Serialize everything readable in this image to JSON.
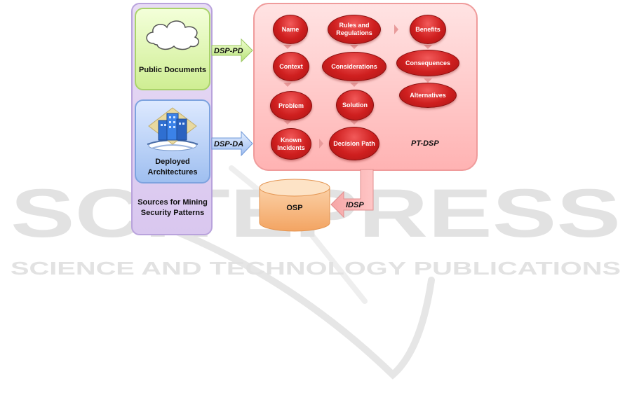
{
  "left_panel": {
    "public_docs_label": "Public Documents",
    "deployed_label": "Deployed Architectures",
    "sources_label": "Sources for Mining Security Patterns"
  },
  "arrows": {
    "dsp_pd": "DSP-PD",
    "dsp_da": "DSP-DA",
    "idsp": "IDSP"
  },
  "pattern_panel": {
    "label": "PT-DSP",
    "nodes": {
      "name": "Name",
      "rules": "Rules and Regulations",
      "benefits": "Benefits",
      "context": "Context",
      "considerations": "Considerations",
      "consequences": "Consequences",
      "problem": "Problem",
      "solution": "Solution",
      "alternatives": "Alternatives",
      "known_incidents": "Known Incidents",
      "decision_path": "Decision Path"
    }
  },
  "repository": {
    "label": "OSP"
  },
  "watermark": {
    "big": "SCITEPRESS",
    "sub": "SCIENCE AND TECHNOLOGY PUBLICATIONS"
  },
  "colors": {
    "node_red": "#cf1f1f",
    "panel_pink": "#ffc8c8",
    "panel_purple": "#dccbf1",
    "public_green": "#d8f0a8",
    "deployed_blue": "#b6cff4",
    "osp_orange": "#f7b77a"
  }
}
